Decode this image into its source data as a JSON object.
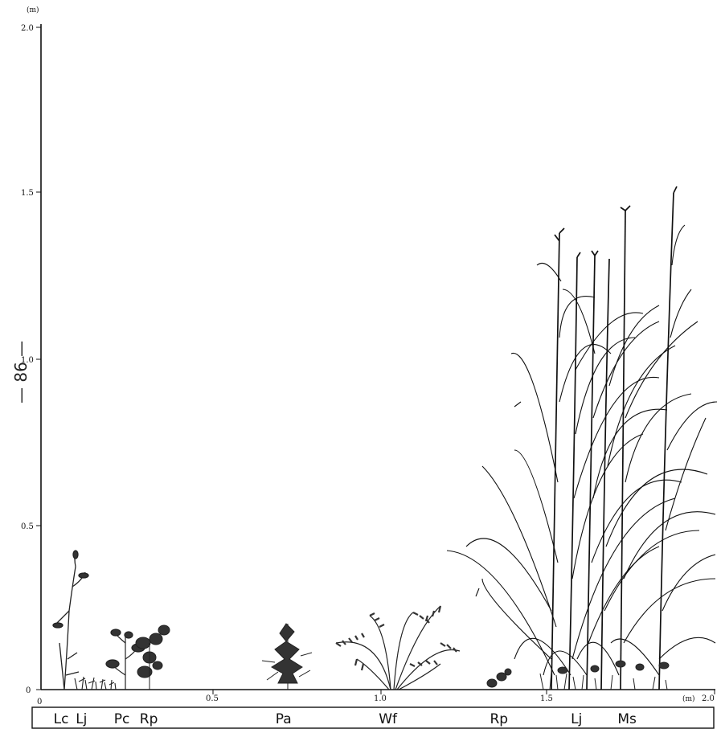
{
  "page_number": "— 86 —",
  "chart_data": {
    "type": "profile-diagram",
    "y_unit_label": "(m)",
    "x_unit_label": "(m)",
    "y_ticks": [
      "0",
      "0.5",
      "1.0",
      "1.5",
      "2.0"
    ],
    "x_ticks": [
      "0",
      "0.5",
      "1.0",
      "1.5",
      "2.0"
    ],
    "xlim": [
      0,
      2.0
    ],
    "ylim": [
      0,
      2.0
    ],
    "species_band": [
      {
        "code": "Lc",
        "x": 0.06
      },
      {
        "code": "Lj",
        "x": 0.12
      },
      {
        "code": "Pc",
        "x": 0.24
      },
      {
        "code": "Rp",
        "x": 0.32
      },
      {
        "code": "Pa",
        "x": 0.72
      },
      {
        "code": "Wf",
        "x": 1.03
      },
      {
        "code": "Rp",
        "x": 1.36
      },
      {
        "code": "Lj",
        "x": 1.59
      },
      {
        "code": "Ms",
        "x": 1.74
      }
    ]
  }
}
